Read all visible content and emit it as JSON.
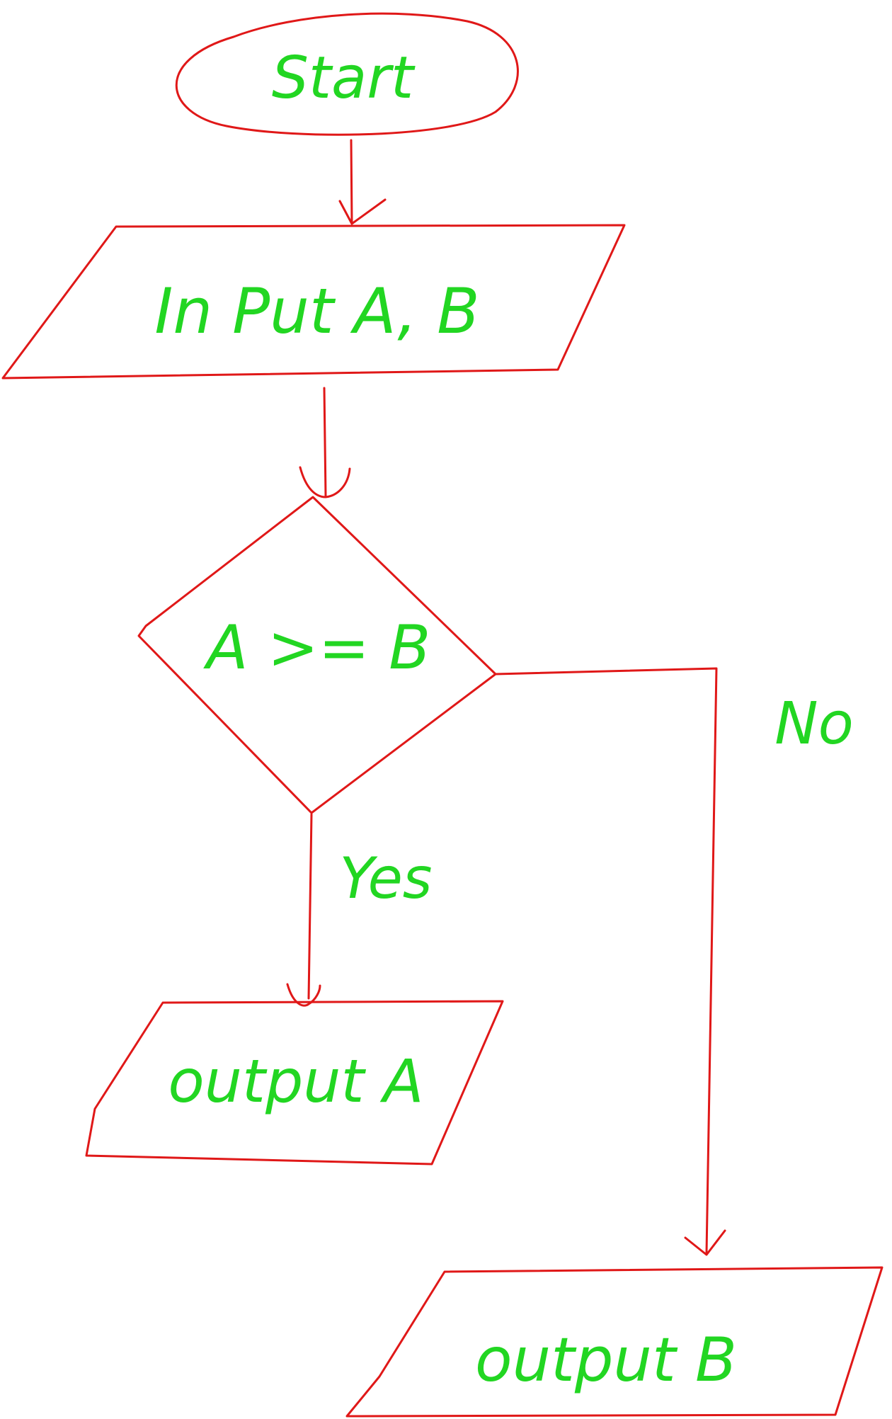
{
  "colors": {
    "outline": "#e01818",
    "text": "#22d622",
    "background": "#ffffff"
  },
  "nodes": {
    "start": {
      "shape": "terminator",
      "label": "Start"
    },
    "input": {
      "shape": "parallelogram",
      "label": "In Put A, B"
    },
    "decision": {
      "shape": "diamond",
      "label": "A >= B"
    },
    "output_a": {
      "shape": "parallelogram",
      "label": "output A"
    },
    "output_b": {
      "shape": "parallelogram",
      "label": "output B"
    }
  },
  "edges": {
    "yes": {
      "from": "decision",
      "to": "output_a",
      "label": "Yes"
    },
    "no": {
      "from": "decision",
      "to": "output_b",
      "label": "No"
    }
  }
}
